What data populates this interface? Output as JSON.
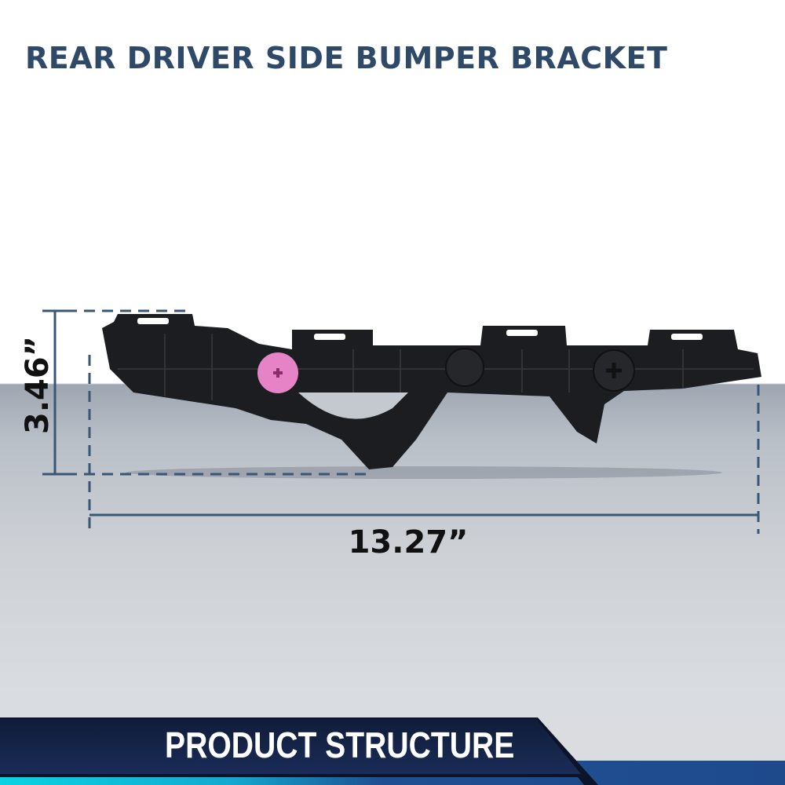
{
  "title": "REAR DRIVER SIDE BUMPER BRACKET",
  "dimensions": {
    "height": "3.46”",
    "width": "13.27”"
  },
  "banner": {
    "label": "PRODUCT STRUCTURE"
  },
  "colors": {
    "title": "#2e4a68",
    "dimension_line": "#3a5674",
    "banner": "#16264a",
    "accent": "#0ccfe0",
    "clip": "#e683c6"
  }
}
